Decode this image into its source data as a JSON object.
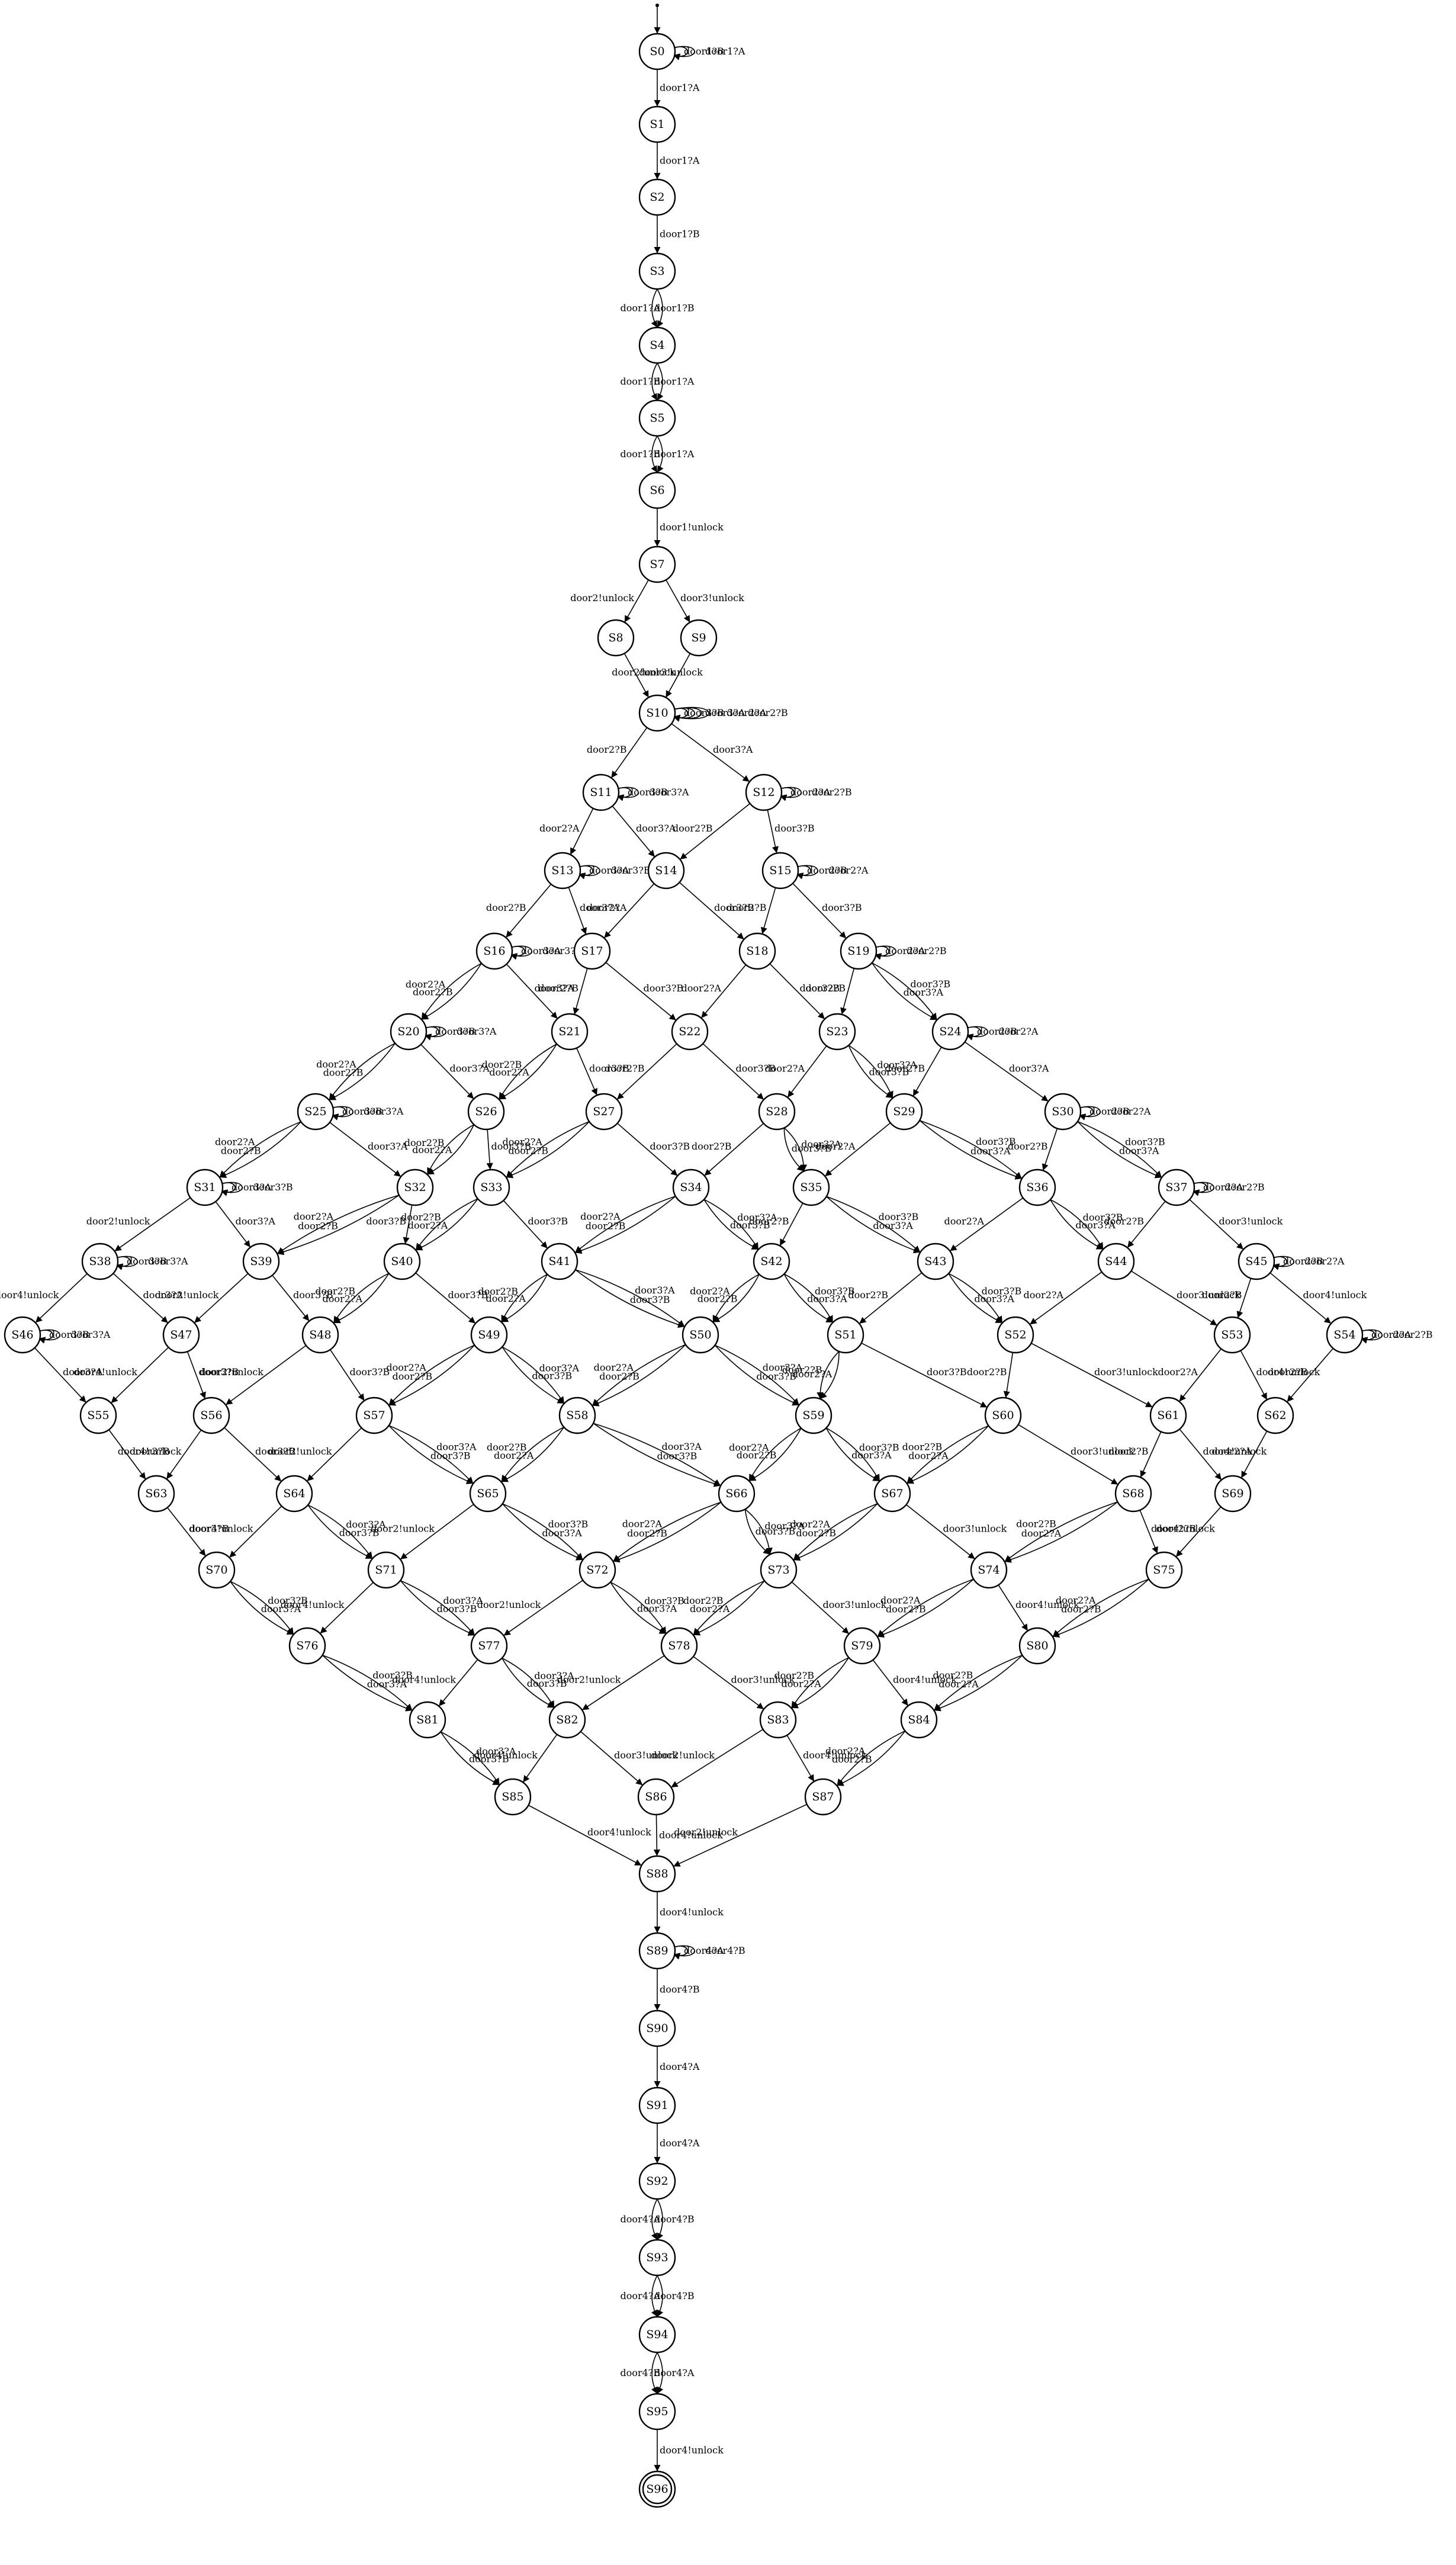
{
  "diagram": {
    "initial_state": "S0",
    "accepting_states": [
      "S96"
    ],
    "states": [
      "S0",
      "S1",
      "S2",
      "S3",
      "S4",
      "S5",
      "S6",
      "S7",
      "S8",
      "S9",
      "S10",
      "S11",
      "S12",
      "S13",
      "S14",
      "S15",
      "S16",
      "S17",
      "S18",
      "S19",
      "S20",
      "S21",
      "S22",
      "S23",
      "S24",
      "S25",
      "S26",
      "S27",
      "S28",
      "S29",
      "S30",
      "S31",
      "S32",
      "S33",
      "S34",
      "S35",
      "S36",
      "S37",
      "S38",
      "S39",
      "S40",
      "S41",
      "S42",
      "S43",
      "S44",
      "S45",
      "S46",
      "S47",
      "S48",
      "S49",
      "S50",
      "S51",
      "S52",
      "S53",
      "S54",
      "S55",
      "S56",
      "S57",
      "S58",
      "S59",
      "S60",
      "S61",
      "S62",
      "S63",
      "S64",
      "S65",
      "S66",
      "S67",
      "S68",
      "S69",
      "S70",
      "S71",
      "S72",
      "S73",
      "S74",
      "S75",
      "S76",
      "S77",
      "S78",
      "S79",
      "S80",
      "S81",
      "S82",
      "S83",
      "S84",
      "S85",
      "S86",
      "S87",
      "S88",
      "S89",
      "S90",
      "S91",
      "S92",
      "S93",
      "S94",
      "S95",
      "S96"
    ],
    "transitions": [
      [
        "S0",
        "S0",
        "door1?B"
      ],
      [
        "S0",
        "S0",
        "door1?A"
      ],
      [
        "S0",
        "S1",
        "door1?A"
      ],
      [
        "S1",
        "S2",
        "door1?A"
      ],
      [
        "S2",
        "S3",
        "door1?B"
      ],
      [
        "S3",
        "S4",
        "door1?A"
      ],
      [
        "S3",
        "S4",
        "door1?B"
      ],
      [
        "S4",
        "S5",
        "door1?B"
      ],
      [
        "S4",
        "S5",
        "door1?A"
      ],
      [
        "S5",
        "S6",
        "door1?B"
      ],
      [
        "S5",
        "S6",
        "door1?A"
      ],
      [
        "S6",
        "S7",
        "door1!unlock"
      ],
      [
        "S7",
        "S8",
        "door2!unlock"
      ],
      [
        "S7",
        "S9",
        "door3!unlock"
      ],
      [
        "S8",
        "S10",
        "door3!unlock"
      ],
      [
        "S9",
        "S10",
        "door2!unlock"
      ],
      [
        "S10",
        "S10",
        "door3?B"
      ],
      [
        "S10",
        "S10",
        "door3?A"
      ],
      [
        "S10",
        "S10",
        "door2?A"
      ],
      [
        "S10",
        "S10",
        "door2?B"
      ],
      [
        "S10",
        "S11",
        "door2?B"
      ],
      [
        "S10",
        "S12",
        "door3?A"
      ],
      [
        "S11",
        "S11",
        "door3?B"
      ],
      [
        "S11",
        "S11",
        "door3?A"
      ],
      [
        "S11",
        "S13",
        "door2?A"
      ],
      [
        "S11",
        "S14",
        "door3?A"
      ],
      [
        "S12",
        "S12",
        "door2?A"
      ],
      [
        "S12",
        "S12",
        "door2?B"
      ],
      [
        "S12",
        "S14",
        "door2?B"
      ],
      [
        "S12",
        "S15",
        "door3?B"
      ],
      [
        "S13",
        "S13",
        "door3?A"
      ],
      [
        "S13",
        "S13",
        "door3?B"
      ],
      [
        "S13",
        "S16",
        "door2?B"
      ],
      [
        "S13",
        "S17",
        "door3?A"
      ],
      [
        "S14",
        "S17",
        "door2?A"
      ],
      [
        "S14",
        "S18",
        "door3?B"
      ],
      [
        "S15",
        "S15",
        "door2?B"
      ],
      [
        "S15",
        "S15",
        "door2?A"
      ],
      [
        "S15",
        "S18",
        "door2?B"
      ],
      [
        "S15",
        "S19",
        "door3?B"
      ],
      [
        "S16",
        "S16",
        "door3?A"
      ],
      [
        "S16",
        "S16",
        "door3?B"
      ],
      [
        "S16",
        "S20",
        "door2?B"
      ],
      [
        "S16",
        "S20",
        "door2?A"
      ],
      [
        "S16",
        "S21",
        "door3?A"
      ],
      [
        "S17",
        "S21",
        "door2?B"
      ],
      [
        "S17",
        "S22",
        "door3?B"
      ],
      [
        "S18",
        "S22",
        "door2?A"
      ],
      [
        "S18",
        "S23",
        "door3?B"
      ],
      [
        "S19",
        "S19",
        "door2?A"
      ],
      [
        "S19",
        "S19",
        "door2?B"
      ],
      [
        "S19",
        "S23",
        "door2?B"
      ],
      [
        "S19",
        "S24",
        "door3?B"
      ],
      [
        "S19",
        "S24",
        "door3?A"
      ],
      [
        "S20",
        "S20",
        "door3?B"
      ],
      [
        "S20",
        "S20",
        "door3?A"
      ],
      [
        "S20",
        "S25",
        "door2?B"
      ],
      [
        "S20",
        "S25",
        "door2?A"
      ],
      [
        "S20",
        "S26",
        "door3?A"
      ],
      [
        "S21",
        "S26",
        "door2?A"
      ],
      [
        "S21",
        "S26",
        "door2?B"
      ],
      [
        "S21",
        "S27",
        "door3?B"
      ],
      [
        "S22",
        "S27",
        "door2?B"
      ],
      [
        "S22",
        "S28",
        "door3?B"
      ],
      [
        "S23",
        "S28",
        "door2?A"
      ],
      [
        "S23",
        "S29",
        "door3?A"
      ],
      [
        "S23",
        "S29",
        "door3?B"
      ],
      [
        "S24",
        "S24",
        "door2?B"
      ],
      [
        "S24",
        "S24",
        "door2?A"
      ],
      [
        "S24",
        "S29",
        "door2?B"
      ],
      [
        "S24",
        "S30",
        "door3?A"
      ],
      [
        "S25",
        "S25",
        "door3?B"
      ],
      [
        "S25",
        "S25",
        "door3?A"
      ],
      [
        "S25",
        "S31",
        "door2?B"
      ],
      [
        "S25",
        "S31",
        "door2?A"
      ],
      [
        "S25",
        "S32",
        "door3?A"
      ],
      [
        "S26",
        "S32",
        "door2?A"
      ],
      [
        "S26",
        "S32",
        "door2?B"
      ],
      [
        "S26",
        "S33",
        "door3?B"
      ],
      [
        "S27",
        "S33",
        "door2?B"
      ],
      [
        "S27",
        "S33",
        "door2?A"
      ],
      [
        "S27",
        "S34",
        "door3?B"
      ],
      [
        "S28",
        "S34",
        "door2?B"
      ],
      [
        "S28",
        "S35",
        "door3?A"
      ],
      [
        "S28",
        "S35",
        "door3?B"
      ],
      [
        "S29",
        "S35",
        "door2?A"
      ],
      [
        "S29",
        "S36",
        "door3?B"
      ],
      [
        "S29",
        "S36",
        "door3?A"
      ],
      [
        "S30",
        "S30",
        "door2?B"
      ],
      [
        "S30",
        "S30",
        "door2?A"
      ],
      [
        "S30",
        "S36",
        "door2?B"
      ],
      [
        "S30",
        "S37",
        "door3?B"
      ],
      [
        "S30",
        "S37",
        "door3?A"
      ],
      [
        "S31",
        "S31",
        "door3?A"
      ],
      [
        "S31",
        "S31",
        "door3?B"
      ],
      [
        "S31",
        "S38",
        "door2!unlock"
      ],
      [
        "S31",
        "S39",
        "door3?A"
      ],
      [
        "S32",
        "S39",
        "door2?B"
      ],
      [
        "S32",
        "S39",
        "door2?A"
      ],
      [
        "S32",
        "S40",
        "door3?B"
      ],
      [
        "S33",
        "S40",
        "door2?A"
      ],
      [
        "S33",
        "S40",
        "door2?B"
      ],
      [
        "S33",
        "S41",
        "door3?B"
      ],
      [
        "S34",
        "S41",
        "door2?B"
      ],
      [
        "S34",
        "S41",
        "door2?A"
      ],
      [
        "S34",
        "S42",
        "door3?A"
      ],
      [
        "S34",
        "S42",
        "door3?B"
      ],
      [
        "S35",
        "S42",
        "door2?B"
      ],
      [
        "S35",
        "S43",
        "door3?B"
      ],
      [
        "S35",
        "S43",
        "door3?A"
      ],
      [
        "S36",
        "S43",
        "door2?A"
      ],
      [
        "S36",
        "S44",
        "door3?B"
      ],
      [
        "S36",
        "S44",
        "door3?A"
      ],
      [
        "S37",
        "S37",
        "door2?A"
      ],
      [
        "S37",
        "S37",
        "door2?B"
      ],
      [
        "S37",
        "S44",
        "door2?B"
      ],
      [
        "S37",
        "S45",
        "door3!unlock"
      ],
      [
        "S38",
        "S38",
        "door3?B"
      ],
      [
        "S38",
        "S38",
        "door3?A"
      ],
      [
        "S38",
        "S46",
        "door4!unlock"
      ],
      [
        "S38",
        "S47",
        "door3?A"
      ],
      [
        "S39",
        "S47",
        "door2!unlock"
      ],
      [
        "S39",
        "S48",
        "door3?B"
      ],
      [
        "S40",
        "S48",
        "door2?A"
      ],
      [
        "S40",
        "S48",
        "door2?B"
      ],
      [
        "S40",
        "S49",
        "door3?B"
      ],
      [
        "S41",
        "S49",
        "door2?A"
      ],
      [
        "S41",
        "S49",
        "door2?B"
      ],
      [
        "S41",
        "S50",
        "door3?A"
      ],
      [
        "S41",
        "S50",
        "door3?B"
      ],
      [
        "S42",
        "S50",
        "door2?B"
      ],
      [
        "S42",
        "S50",
        "door2?A"
      ],
      [
        "S42",
        "S51",
        "door3?B"
      ],
      [
        "S42",
        "S51",
        "door3?A"
      ],
      [
        "S43",
        "S51",
        "door2?B"
      ],
      [
        "S43",
        "S52",
        "door3?B"
      ],
      [
        "S43",
        "S52",
        "door3?A"
      ],
      [
        "S44",
        "S52",
        "door2?A"
      ],
      [
        "S44",
        "S53",
        "door3!unlock"
      ],
      [
        "S45",
        "S45",
        "door2?B"
      ],
      [
        "S45",
        "S45",
        "door2?A"
      ],
      [
        "S45",
        "S53",
        "door2?B"
      ],
      [
        "S45",
        "S54",
        "door4!unlock"
      ],
      [
        "S46",
        "S46",
        "door3?B"
      ],
      [
        "S46",
        "S46",
        "door3?A"
      ],
      [
        "S46",
        "S55",
        "door3?A"
      ],
      [
        "S47",
        "S55",
        "door4!unlock"
      ],
      [
        "S47",
        "S56",
        "door3?B"
      ],
      [
        "S48",
        "S56",
        "door2!unlock"
      ],
      [
        "S48",
        "S57",
        "door3?B"
      ],
      [
        "S49",
        "S57",
        "door2?B"
      ],
      [
        "S49",
        "S57",
        "door2?A"
      ],
      [
        "S49",
        "S58",
        "door3?A"
      ],
      [
        "S49",
        "S58",
        "door3?B"
      ],
      [
        "S50",
        "S58",
        "door2?B"
      ],
      [
        "S50",
        "S58",
        "door2?A"
      ],
      [
        "S50",
        "S59",
        "door3?A"
      ],
      [
        "S50",
        "S59",
        "door3?B"
      ],
      [
        "S51",
        "S59",
        "door2?A"
      ],
      [
        "S51",
        "S59",
        "door2?B"
      ],
      [
        "S51",
        "S60",
        "door3?B"
      ],
      [
        "S52",
        "S60",
        "door2?B"
      ],
      [
        "S52",
        "S61",
        "door3!unlock"
      ],
      [
        "S53",
        "S61",
        "door2?A"
      ],
      [
        "S53",
        "S62",
        "door4!unlock"
      ],
      [
        "S54",
        "S54",
        "door2?A"
      ],
      [
        "S54",
        "S54",
        "door2?B"
      ],
      [
        "S54",
        "S62",
        "door2?B"
      ],
      [
        "S55",
        "S63",
        "door3?B"
      ],
      [
        "S56",
        "S63",
        "door4!unlock"
      ],
      [
        "S56",
        "S64",
        "door3?B"
      ],
      [
        "S57",
        "S64",
        "door2!unlock"
      ],
      [
        "S57",
        "S65",
        "door3?A"
      ],
      [
        "S57",
        "S65",
        "door3?B"
      ],
      [
        "S58",
        "S65",
        "door2?A"
      ],
      [
        "S58",
        "S65",
        "door2?B"
      ],
      [
        "S58",
        "S66",
        "door3?A"
      ],
      [
        "S58",
        "S66",
        "door3?B"
      ],
      [
        "S59",
        "S66",
        "door2?B"
      ],
      [
        "S59",
        "S66",
        "door2?A"
      ],
      [
        "S59",
        "S67",
        "door3?B"
      ],
      [
        "S59",
        "S67",
        "door3?A"
      ],
      [
        "S60",
        "S67",
        "door2?A"
      ],
      [
        "S60",
        "S67",
        "door2?B"
      ],
      [
        "S60",
        "S68",
        "door3!unlock"
      ],
      [
        "S61",
        "S68",
        "door2?B"
      ],
      [
        "S61",
        "S69",
        "door4!unlock"
      ],
      [
        "S62",
        "S69",
        "door2?A"
      ],
      [
        "S63",
        "S70",
        "door3?B"
      ],
      [
        "S64",
        "S70",
        "door4!unlock"
      ],
      [
        "S64",
        "S71",
        "door3?A"
      ],
      [
        "S64",
        "S71",
        "door3?B"
      ],
      [
        "S65",
        "S71",
        "door2!unlock"
      ],
      [
        "S65",
        "S72",
        "door3?B"
      ],
      [
        "S65",
        "S72",
        "door3?A"
      ],
      [
        "S66",
        "S72",
        "door2?B"
      ],
      [
        "S66",
        "S72",
        "door2?A"
      ],
      [
        "S66",
        "S73",
        "door3?A"
      ],
      [
        "S66",
        "S73",
        "door3?B"
      ],
      [
        "S67",
        "S73",
        "door2?B"
      ],
      [
        "S67",
        "S73",
        "door2?A"
      ],
      [
        "S67",
        "S74",
        "door3!unlock"
      ],
      [
        "S68",
        "S74",
        "door2?A"
      ],
      [
        "S68",
        "S74",
        "door2?B"
      ],
      [
        "S68",
        "S75",
        "door4!unlock"
      ],
      [
        "S69",
        "S75",
        "door2?B"
      ],
      [
        "S70",
        "S76",
        "door3?B"
      ],
      [
        "S70",
        "S76",
        "door3?A"
      ],
      [
        "S71",
        "S76",
        "door4!unlock"
      ],
      [
        "S71",
        "S77",
        "door3?A"
      ],
      [
        "S71",
        "S77",
        "door3?B"
      ],
      [
        "S72",
        "S77",
        "door2!unlock"
      ],
      [
        "S72",
        "S78",
        "door3?B"
      ],
      [
        "S72",
        "S78",
        "door3?A"
      ],
      [
        "S73",
        "S78",
        "door2?A"
      ],
      [
        "S73",
        "S78",
        "door2?B"
      ],
      [
        "S73",
        "S79",
        "door3!unlock"
      ],
      [
        "S74",
        "S79",
        "door2?B"
      ],
      [
        "S74",
        "S79",
        "door2?A"
      ],
      [
        "S74",
        "S80",
        "door4!unlock"
      ],
      [
        "S75",
        "S80",
        "door2?B"
      ],
      [
        "S75",
        "S80",
        "door2?A"
      ],
      [
        "S76",
        "S81",
        "door3?B"
      ],
      [
        "S76",
        "S81",
        "door3?A"
      ],
      [
        "S77",
        "S81",
        "door4!unlock"
      ],
      [
        "S77",
        "S82",
        "door3?A"
      ],
      [
        "S77",
        "S82",
        "door3?B"
      ],
      [
        "S78",
        "S82",
        "door2!unlock"
      ],
      [
        "S78",
        "S83",
        "door3!unlock"
      ],
      [
        "S79",
        "S83",
        "door2?A"
      ],
      [
        "S79",
        "S83",
        "door2?B"
      ],
      [
        "S79",
        "S84",
        "door4!unlock"
      ],
      [
        "S80",
        "S84",
        "door2?A"
      ],
      [
        "S80",
        "S84",
        "door2?B"
      ],
      [
        "S81",
        "S85",
        "door3?A"
      ],
      [
        "S81",
        "S85",
        "door3?B"
      ],
      [
        "S82",
        "S85",
        "door4!unlock"
      ],
      [
        "S82",
        "S86",
        "door3!unlock"
      ],
      [
        "S83",
        "S86",
        "door2!unlock"
      ],
      [
        "S83",
        "S87",
        "door4!unlock"
      ],
      [
        "S84",
        "S87",
        "door2?B"
      ],
      [
        "S84",
        "S87",
        "door2?A"
      ],
      [
        "S85",
        "S88",
        "door4!unlock"
      ],
      [
        "S86",
        "S88",
        "door4!unlock"
      ],
      [
        "S87",
        "S88",
        "door2!unlock"
      ],
      [
        "S88",
        "S89",
        "door4!unlock"
      ],
      [
        "S89",
        "S89",
        "door4?A"
      ],
      [
        "S89",
        "S89",
        "door4?B"
      ],
      [
        "S89",
        "S90",
        "door4?B"
      ],
      [
        "S90",
        "S91",
        "door4?A"
      ],
      [
        "S91",
        "S92",
        "door4?A"
      ],
      [
        "S92",
        "S93",
        "door4?A"
      ],
      [
        "S92",
        "S93",
        "door4?B"
      ],
      [
        "S93",
        "S94",
        "door4?A"
      ],
      [
        "S93",
        "S94",
        "door4?B"
      ],
      [
        "S94",
        "S95",
        "door4?B"
      ],
      [
        "S94",
        "S95",
        "door4?A"
      ],
      [
        "S95",
        "S96",
        "door4!unlock"
      ]
    ]
  }
}
